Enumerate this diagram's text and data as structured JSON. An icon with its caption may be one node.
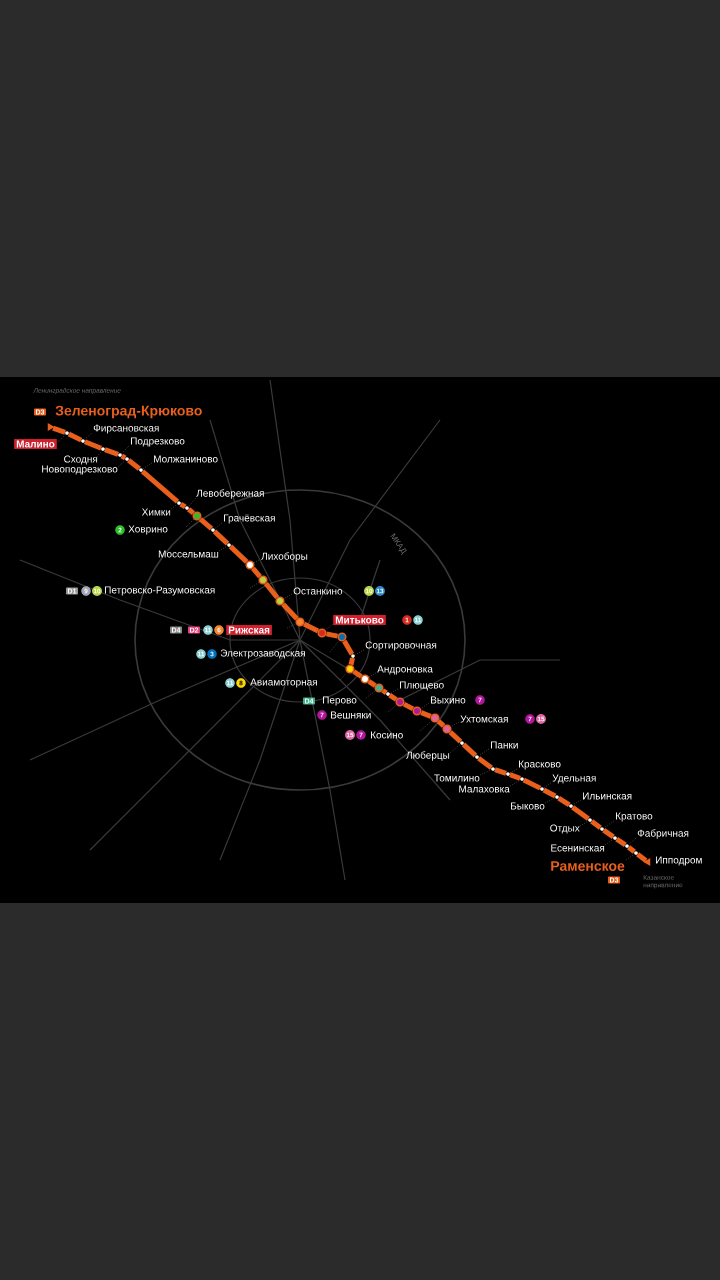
{
  "diagram": {
    "nodes": [
      {
        "text": [],
        "shape": "triangle",
        "beside": [
          "D3",
          "Зеленоград-Крюково"
        ]
      },
      {
        "text": [],
        "shape": "circle",
        "beside": [
          "Малино"
        ]
      },
      {
        "text": [],
        "shape": "circle",
        "beside": [
          "Фирсановская"
        ]
      },
      {
        "text": [],
        "shape": "circle",
        "beside": [
          "Сходня"
        ]
      },
      {
        "text": [],
        "shape": "circle",
        "beside": [
          "Подрезково"
        ]
      },
      {
        "text": [],
        "shape": "circle",
        "beside": [
          "Новоподрезково"
        ]
      },
      {
        "text": [],
        "shape": "circle",
        "beside": [
          "Молжаниново"
        ]
      },
      {
        "text": [],
        "shape": "circle",
        "beside": [
          "Химки"
        ]
      },
      {
        "text": [],
        "shape": "circle",
        "beside": [
          "Левобережная"
        ]
      },
      {
        "text": [],
        "shape": "circle",
        "beside": [
          "2",
          "Ховрино"
        ]
      },
      {
        "text": [],
        "shape": "circle",
        "beside": [
          "Грачёвская"
        ]
      },
      {
        "text": [],
        "shape": "circle",
        "beside": [
          "Моссельмаш"
        ]
      },
      {
        "text": [],
        "shape": "circle",
        "beside": [
          "Лихоборы"
        ]
      },
      {
        "text": [],
        "shape": "circle",
        "beside": [
          "D1",
          "9",
          "10",
          "Петровско-Разумовская"
        ]
      },
      {
        "text": [],
        "shape": "circle",
        "beside": [
          "Останкино",
          "10",
          "13"
        ]
      },
      {
        "text": [],
        "shape": "circle",
        "beside": [
          "D4",
          "D2",
          "11",
          "6",
          "Рижская"
        ]
      },
      {
        "text": [],
        "shape": "circle",
        "beside": [
          "Митьково",
          "1",
          "11"
        ]
      },
      {
        "text": [],
        "shape": "circle",
        "beside": [
          "11",
          "3",
          "Электрозаводская"
        ]
      },
      {
        "text": [],
        "shape": "circle",
        "beside": [
          "Сортировочная"
        ]
      },
      {
        "text": [],
        "shape": "circle",
        "beside": [
          "11",
          "8",
          "Авиамоторная"
        ]
      },
      {
        "text": [],
        "shape": "circle",
        "beside": [
          "Андроновка"
        ]
      },
      {
        "text": [],
        "shape": "circle",
        "beside": [
          "D4",
          "Перово"
        ]
      },
      {
        "text": [],
        "shape": "circle",
        "beside": [
          "Плющево"
        ]
      },
      {
        "text": [],
        "shape": "circle",
        "beside": [
          "7",
          "Вешняки"
        ]
      },
      {
        "text": [],
        "shape": "circle",
        "beside": [
          "Выхино",
          "7"
        ]
      },
      {
        "text": [],
        "shape": "circle",
        "beside": [
          "15",
          "7",
          "Косино"
        ]
      },
      {
        "text": [],
        "shape": "circle",
        "beside": [
          "Ухтомская",
          "7",
          "15"
        ]
      },
      {
        "text": [],
        "shape": "circle",
        "beside": [
          "Люберцы"
        ]
      },
      {
        "text": [],
        "shape": "circle",
        "beside": [
          "Панки"
        ]
      },
      {
        "text": [],
        "shape": "circle",
        "beside": [
          "Томилино"
        ]
      },
      {
        "text": [],
        "shape": "circle",
        "beside": [
          "Красково"
        ]
      },
      {
        "text": [],
        "shape": "circle",
        "beside": [
          "Малаховка"
        ]
      },
      {
        "text": [],
        "shape": "circle",
        "beside": [
          "Удельная"
        ]
      },
      {
        "text": [],
        "shape": "circle",
        "beside": [
          "Быково"
        ]
      },
      {
        "text": [],
        "shape": "circle",
        "beside": [
          "Ильинская"
        ]
      },
      {
        "text": [],
        "shape": "circle",
        "beside": [
          "Отдых"
        ]
      },
      {
        "text": [],
        "shape": "circle",
        "beside": [
          "Кратово"
        ]
      },
      {
        "text": [],
        "shape": "circle",
        "beside": [
          "Есенинская"
        ]
      },
      {
        "text": [],
        "shape": "circle",
        "beside": [
          "Фабричная"
        ]
      },
      {
        "text": [],
        "shape": "circle",
        "beside": [
          "Раменское",
          "D3"
        ]
      },
      {
        "text": [],
        "shape": "triangle",
        "beside": [
          "Ипподром"
        ]
      }
    ],
    "edges": [
      {
        "from": 0,
        "to": 1,
        "arrow": "none"
      },
      {
        "from": 1,
        "to": 2,
        "arrow": "none"
      },
      {
        "from": 2,
        "to": 3,
        "arrow": "none"
      },
      {
        "from": 3,
        "to": 4,
        "arrow": "none"
      },
      {
        "from": 4,
        "to": 5,
        "arrow": "none"
      },
      {
        "from": 5,
        "to": 6,
        "arrow": "none"
      },
      {
        "from": 6,
        "to": 7,
        "arrow": "none"
      },
      {
        "from": 7,
        "to": 8,
        "arrow": "none"
      },
      {
        "from": 8,
        "to": 9,
        "arrow": "none"
      },
      {
        "from": 9,
        "to": 10,
        "arrow": "none"
      },
      {
        "from": 10,
        "to": 11,
        "arrow": "none"
      },
      {
        "from": 11,
        "to": 12,
        "arrow": "none"
      },
      {
        "from": 12,
        "to": 13,
        "arrow": "none"
      },
      {
        "from": 13,
        "to": 14,
        "arrow": "none"
      },
      {
        "from": 14,
        "to": 15,
        "arrow": "none"
      },
      {
        "from": 15,
        "to": 16,
        "arrow": "none"
      },
      {
        "from": 16,
        "to": 17,
        "arrow": "none"
      },
      {
        "from": 17,
        "to": 18,
        "arrow": "none"
      },
      {
        "from": 18,
        "to": 19,
        "arrow": "none"
      },
      {
        "from": 19,
        "to": 20,
        "arrow": "none"
      },
      {
        "from": 20,
        "to": 21,
        "arrow": "none"
      },
      {
        "from": 21,
        "to": 22,
        "arrow": "none"
      },
      {
        "from": 22,
        "to": 23,
        "arrow": "none"
      },
      {
        "from": 23,
        "to": 24,
        "arrow": "none"
      },
      {
        "from": 24,
        "to": 25,
        "arrow": "none"
      },
      {
        "from": 25,
        "to": 26,
        "arrow": "none"
      },
      {
        "from": 26,
        "to": 27,
        "arrow": "none"
      },
      {
        "from": 27,
        "to": 28,
        "arrow": "none"
      },
      {
        "from": 28,
        "to": 29,
        "arrow": "none"
      },
      {
        "from": 29,
        "to": 30,
        "arrow": "none"
      },
      {
        "from": 30,
        "to": 31,
        "arrow": "none"
      },
      {
        "from": 31,
        "to": 32,
        "arrow": "none"
      },
      {
        "from": 32,
        "to": 33,
        "arrow": "none"
      },
      {
        "from": 33,
        "to": 34,
        "arrow": "none"
      },
      {
        "from": 34,
        "to": 35,
        "arrow": "none"
      },
      {
        "from": 35,
        "to": 36,
        "arrow": "none"
      },
      {
        "from": 36,
        "to": 37,
        "arrow": "none"
      },
      {
        "from": 37,
        "to": 38,
        "arrow": "none"
      },
      {
        "from": 38,
        "to": 39,
        "arrow": "none"
      },
      {
        "from": 39,
        "to": 40,
        "arrow": "none"
      }
    ],
    "labels": [
      "Ленинградское направление",
      "МКАД",
      "Казанское направление"
    ]
  }
}
